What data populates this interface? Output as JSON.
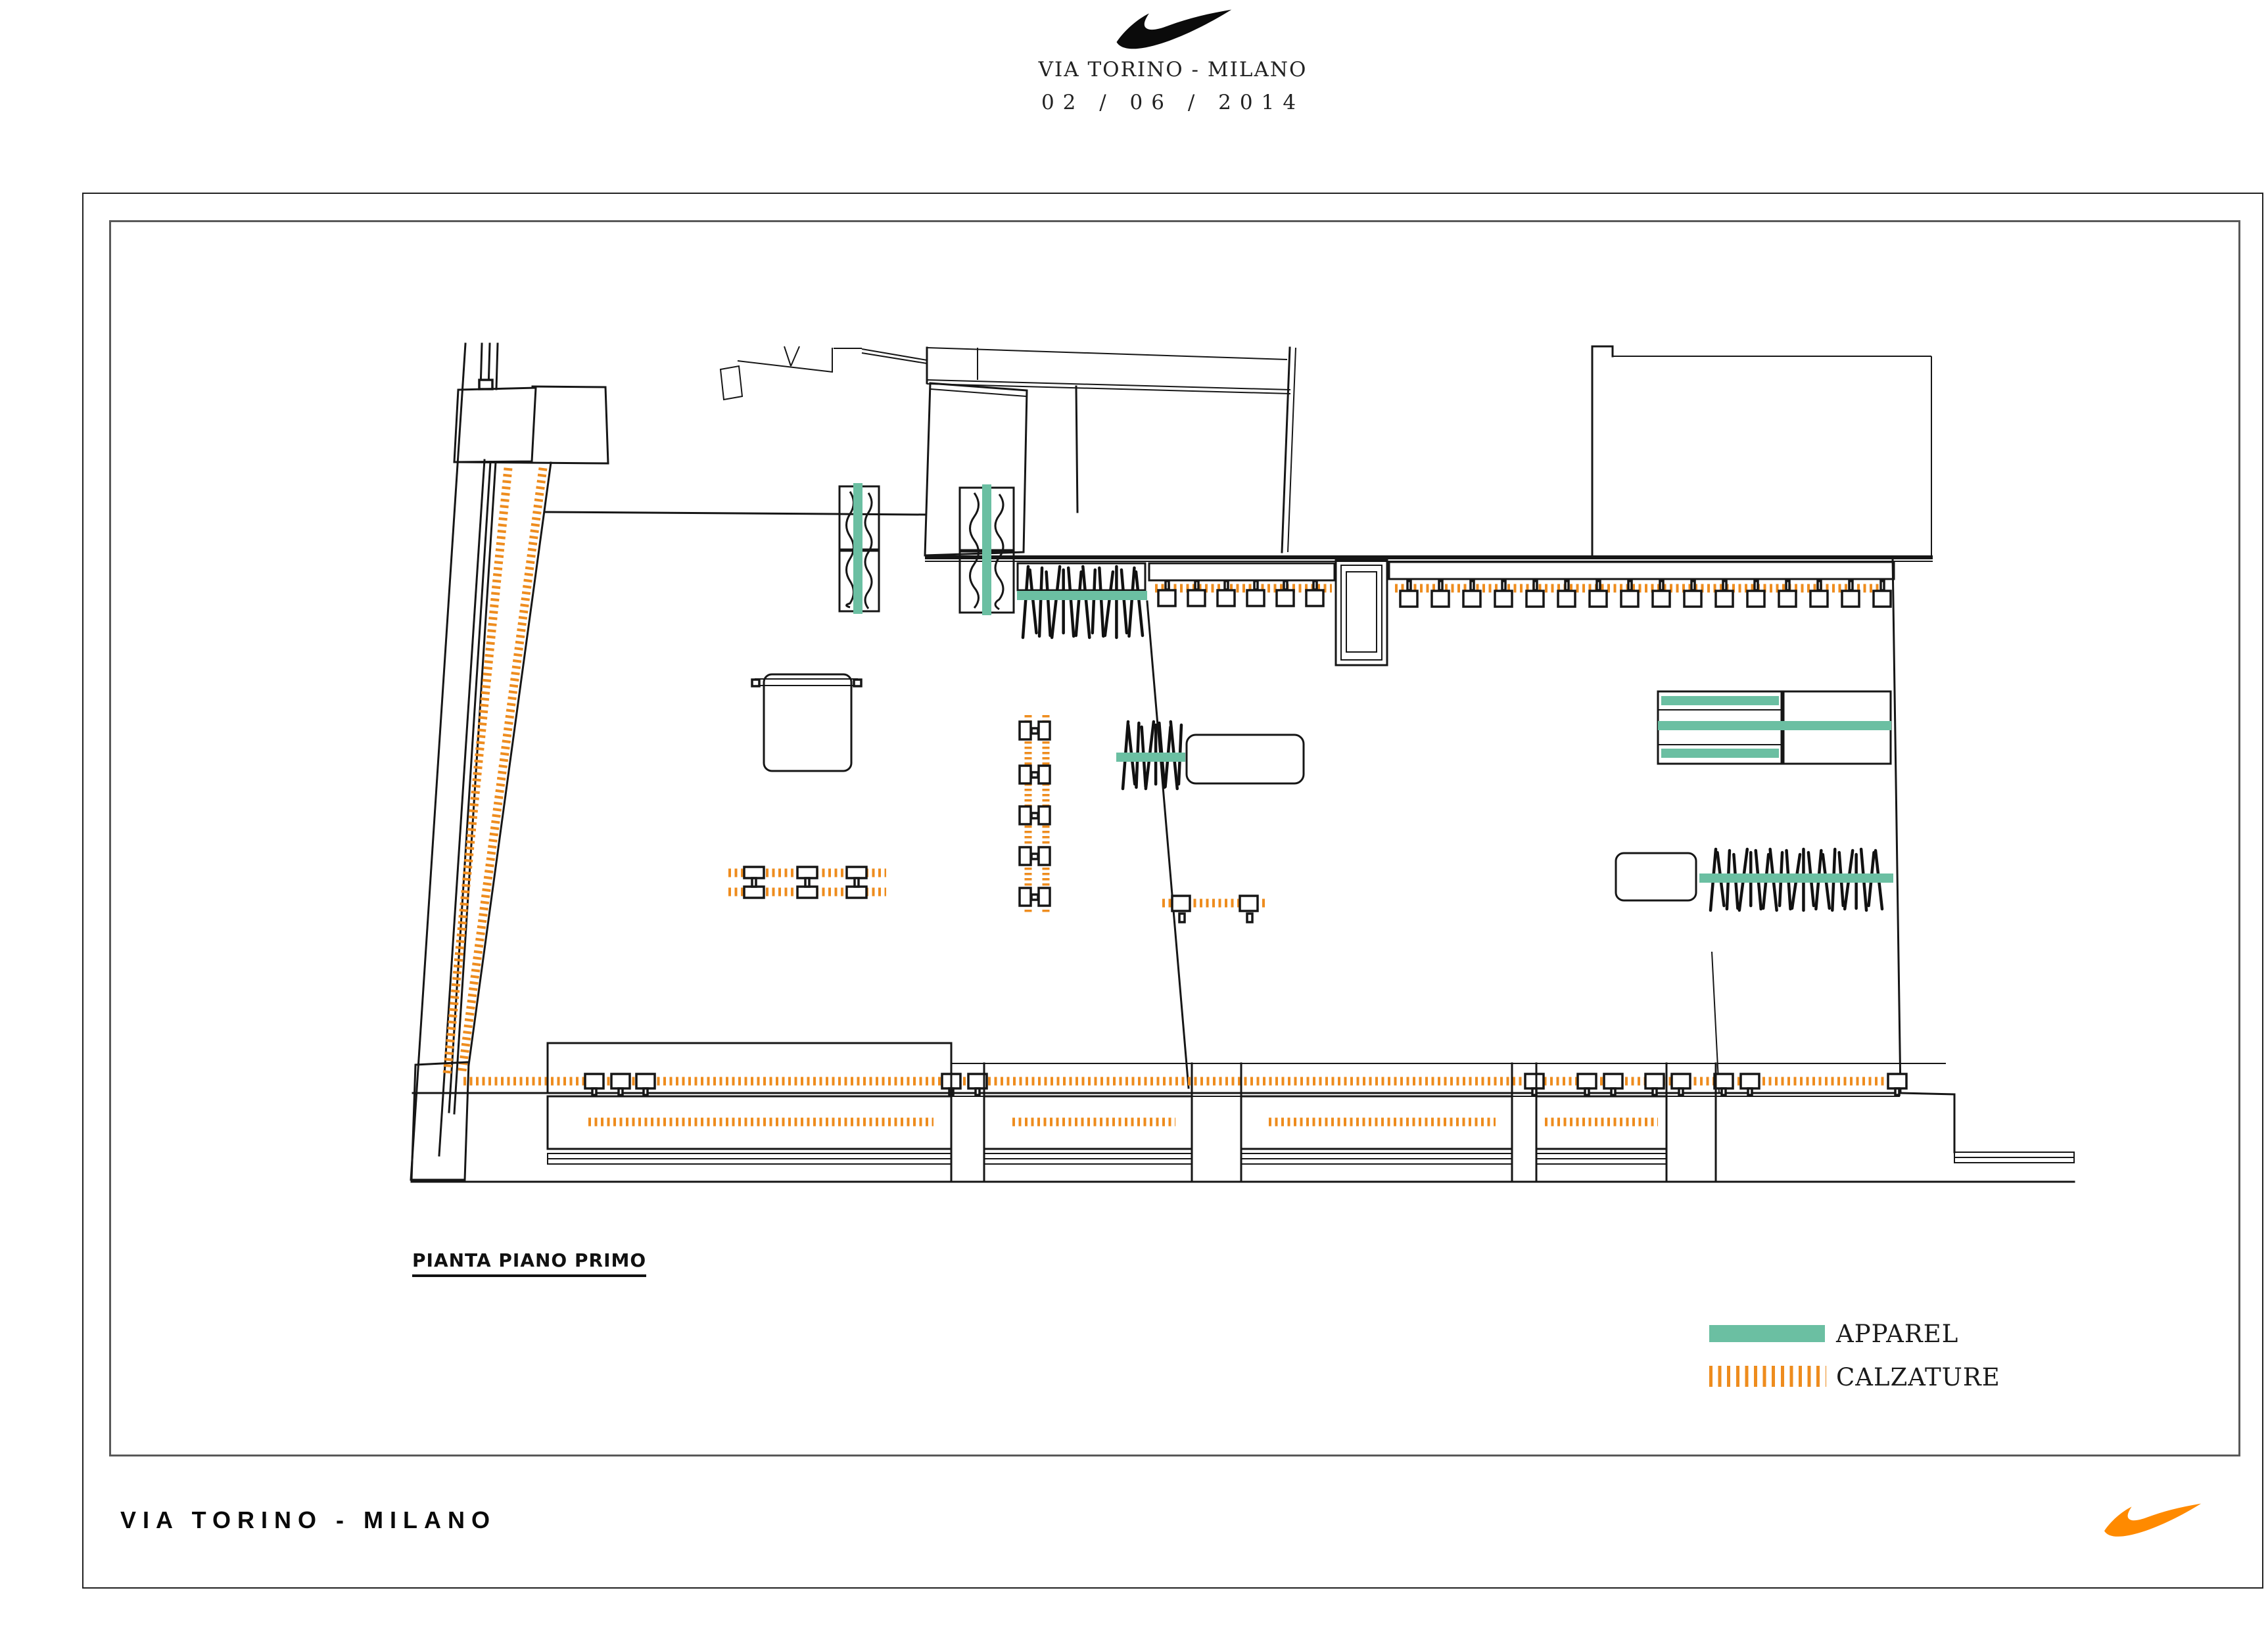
{
  "header": {
    "title": "VIA TORINO - MILANO",
    "date": "02  /  06  /  2014"
  },
  "drawing": {
    "caption": "PIANTA PIANO PRIMO",
    "type": "floor-plan"
  },
  "legend": {
    "items": [
      {
        "label": "APPAREL",
        "type": "solid",
        "color": "#6BBFA2"
      },
      {
        "label": "CALZATURE",
        "type": "hatch",
        "color": "#EE8C1E"
      }
    ]
  },
  "footer": {
    "location": "VIA TORINO - MILANO"
  },
  "colors": {
    "apparel": "#6BBFA2",
    "calzature": "#EE8C1E",
    "footer_swoosh": "#FF8A00",
    "line": "#161616"
  }
}
